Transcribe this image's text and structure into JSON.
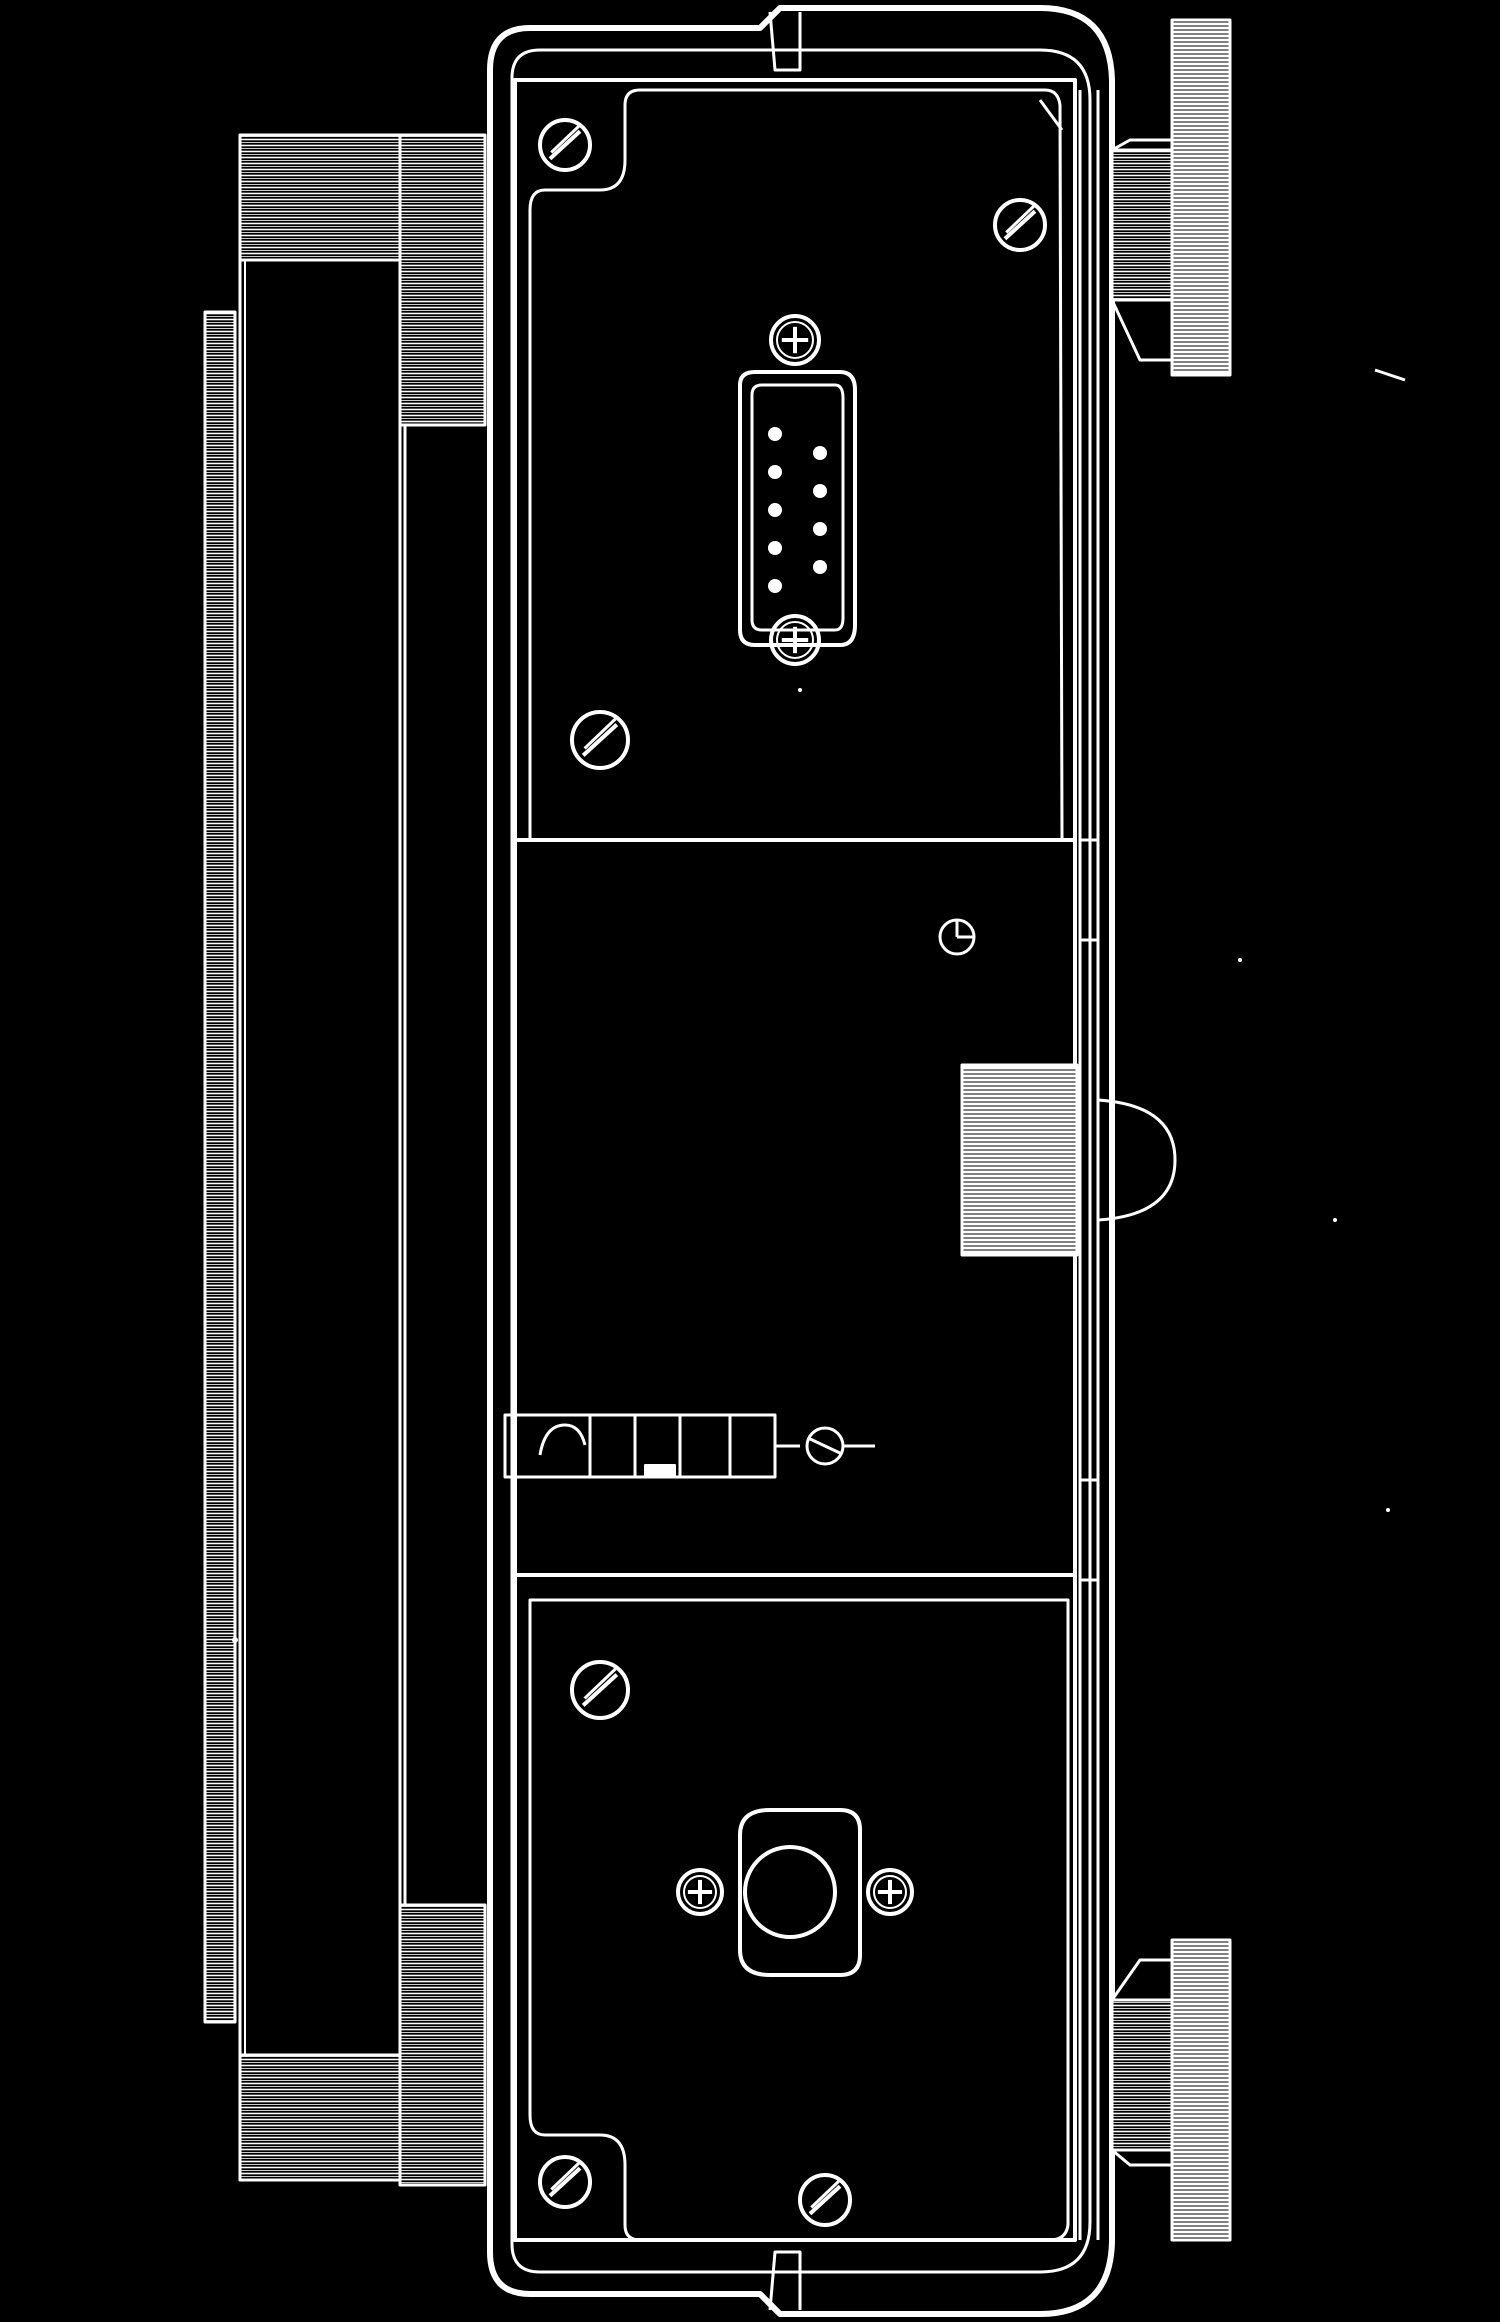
{
  "figure": {
    "background": "#000000",
    "line_color": "#ffffff",
    "components": [
      "housing",
      "rear-panel",
      "side-plate",
      "serial-connector",
      "power-jack",
      "slotted-screws",
      "phillips-screws",
      "switch-assembly",
      "knurled-knob",
      "leveling-feet"
    ],
    "serial_connector_pin_rows": [
      5,
      4
    ],
    "textures": {
      "knurl": "hatched"
    }
  }
}
